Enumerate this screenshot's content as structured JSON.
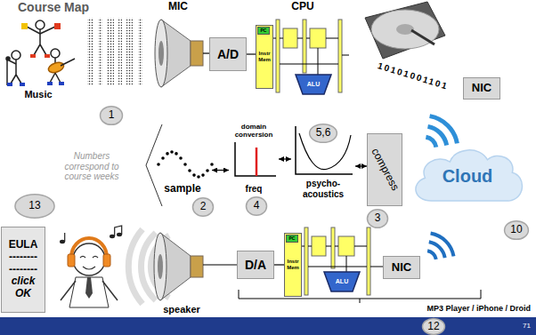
{
  "diagram": {
    "title": "Course Map",
    "nodes": [
      {
        "text": [
          "A/D"
        ]
      },
      {
        "text": [
          "Instr Mem"
        ]
      },
      {
        "text": [
          "PC"
        ],
        "in": 1
      },
      {
        "text": [
          "ALU"
        ]
      },
      {
        "text": [
          "NIC"
        ]
      },
      {
        "text": [
          "1"
        ]
      },
      {
        "text": [
          "sample"
        ]
      },
      {
        "text": [
          "domain conversion",
          "freq"
        ]
      },
      {
        "text": [
          "psycho- acoustics"
        ]
      },
      {
        "text": [
          "compress"
        ]
      },
      {
        "text": [
          "5,6"
        ]
      },
      {
        "text": [
          "2"
        ]
      },
      {
        "text": [
          "4"
        ]
      },
      {
        "text": [
          "3"
        ]
      },
      {
        "text": [
          "Cloud"
        ]
      },
      {
        "text": [
          "13"
        ]
      },
      {
        "text": [
          "10"
        ]
      },
      {
        "text": [
          "EULA",
          "--------",
          "--------",
          "click OK"
        ]
      },
      {
        "text": [
          "D/A"
        ]
      },
      {
        "text": [
          "Instr Mem"
        ]
      },
      {
        "text": [
          "PC"
        ],
        "in": 19
      },
      {
        "text": [
          "ALU"
        ]
      },
      {
        "text": [
          "NIC"
        ]
      },
      {
        "text": [
          "12"
        ]
      }
    ],
    "edges": [
      {
        "from": 0,
        "to": 1,
        "arrow": "none"
      },
      {
        "from": 6,
        "to": 7,
        "arrow": "both"
      },
      {
        "from": 7,
        "to": 8,
        "arrow": "both"
      },
      {
        "from": 8,
        "to": 9,
        "arrow": "both"
      },
      {
        "from": 19,
        "to": 18,
        "arrow": "none"
      }
    ],
    "labels": [
      "MIC",
      "CPU",
      "10101001101",
      "Music",
      "Numbers correspond to course weeks",
      "speaker",
      "MP3 Player / iPhone / Droid",
      "71"
    ]
  }
}
